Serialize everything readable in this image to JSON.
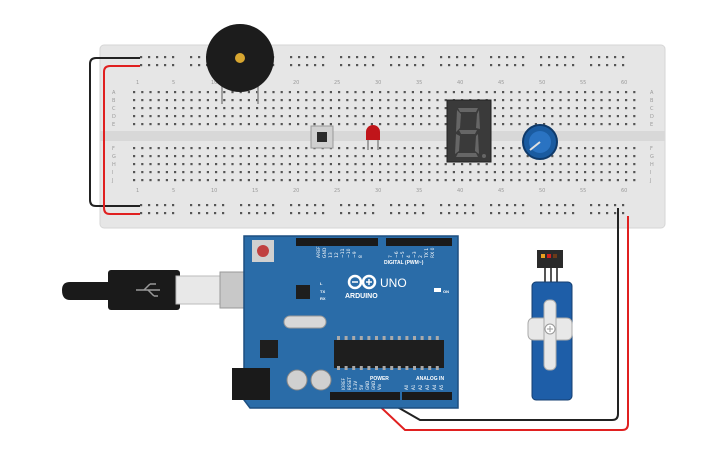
{
  "breadboard": {
    "column_numbers": [
      "1",
      "5",
      "10",
      "15",
      "20",
      "25",
      "30",
      "35",
      "40",
      "45",
      "50",
      "55",
      "60"
    ],
    "row_letters_top": [
      "A",
      "B",
      "C",
      "D",
      "E"
    ],
    "row_letters_bottom": [
      "F",
      "G",
      "H",
      "I",
      "J"
    ]
  },
  "arduino": {
    "brand": "ARDUINO",
    "model": "UNO",
    "digital_header_label": "DIGITAL (PWM~)",
    "power_label": "POWER",
    "analog_label": "ANALOG IN",
    "on_label": "ON",
    "tx_label": "TX",
    "rx_label": "RX",
    "l_label": "L",
    "aref_label": "AREF",
    "gnd_label": "GND",
    "digital_pins": [
      "13",
      "12",
      "~11",
      "~10",
      "~9",
      "8",
      "7",
      "~6",
      "~5",
      "4",
      "~3",
      "2",
      "TX 1",
      "RX 0"
    ],
    "power_pins": [
      "IOREF",
      "RESET",
      "3.3V",
      "5V",
      "GND",
      "GND",
      "Vin"
    ],
    "analog_pins": [
      "A0",
      "A1",
      "A2",
      "A3",
      "A4",
      "A5"
    ]
  },
  "seven_segment": {
    "digit": "8"
  },
  "colors": {
    "board_blue": "#2a6ca8",
    "wire_red": "#e02020",
    "wire_black": "#222222",
    "breadboard": "#e6e6e6"
  }
}
